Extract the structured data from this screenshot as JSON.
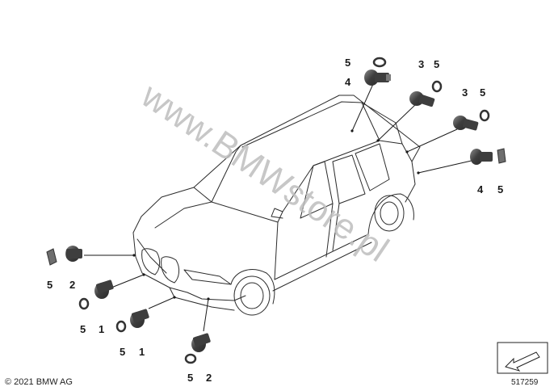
{
  "copyright": "© 2021 BMW AG",
  "reference_number": "517259",
  "watermark": "www.BMWstore.pl",
  "colors": {
    "line": "#2b2b2b",
    "part_dark": "#3e3e3e",
    "part_mid": "#7a7a7a",
    "watermark": "#bdbdbd"
  },
  "parts": [
    {
      "id": "p4-top",
      "number": "4",
      "kind": "sensor"
    },
    {
      "id": "p5-top",
      "number": "5",
      "kind": "ring"
    },
    {
      "id": "p3-a",
      "number": "3",
      "kind": "sensor"
    },
    {
      "id": "p5-a",
      "number": "5",
      "kind": "ring"
    },
    {
      "id": "p3-b",
      "number": "3",
      "kind": "sensor"
    },
    {
      "id": "p5-b",
      "number": "5",
      "kind": "ring"
    },
    {
      "id": "p4-right",
      "number": "4",
      "kind": "sensor"
    },
    {
      "id": "p5-right",
      "number": "5",
      "kind": "clip"
    },
    {
      "id": "p2-left",
      "number": "2",
      "kind": "sensor"
    },
    {
      "id": "p5-left",
      "number": "5",
      "kind": "clip"
    },
    {
      "id": "p1-a",
      "number": "1",
      "kind": "sensor"
    },
    {
      "id": "p5-c",
      "number": "5",
      "kind": "ring"
    },
    {
      "id": "p1-b",
      "number": "1",
      "kind": "sensor"
    },
    {
      "id": "p5-d",
      "number": "5",
      "kind": "ring"
    },
    {
      "id": "p2-bottom",
      "number": "2",
      "kind": "sensor"
    },
    {
      "id": "p5-e",
      "number": "5",
      "kind": "ring"
    }
  ]
}
